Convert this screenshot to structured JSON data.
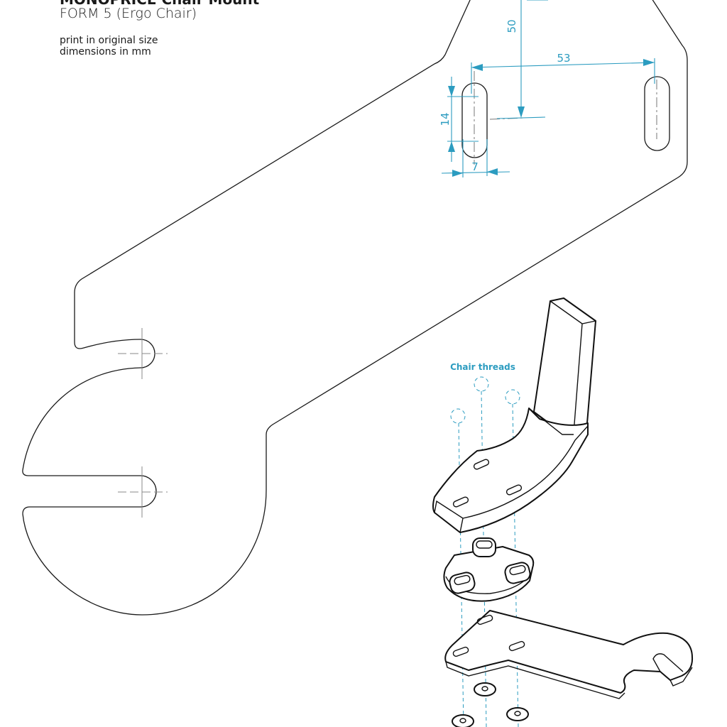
{
  "title": {
    "main": "MONOPRICE Chair Mount",
    "sub": "FORM 5 (Ergo Chair)",
    "note1": "print in original size",
    "note2": "dimensions in mm"
  },
  "dimensions": {
    "height": "50",
    "spacing": "53",
    "slot_length": "14",
    "slot_width": "7"
  },
  "callout": "Chair threads",
  "colors": {
    "dimension": "#2c9cc0",
    "outline": "#1a1a1a"
  }
}
